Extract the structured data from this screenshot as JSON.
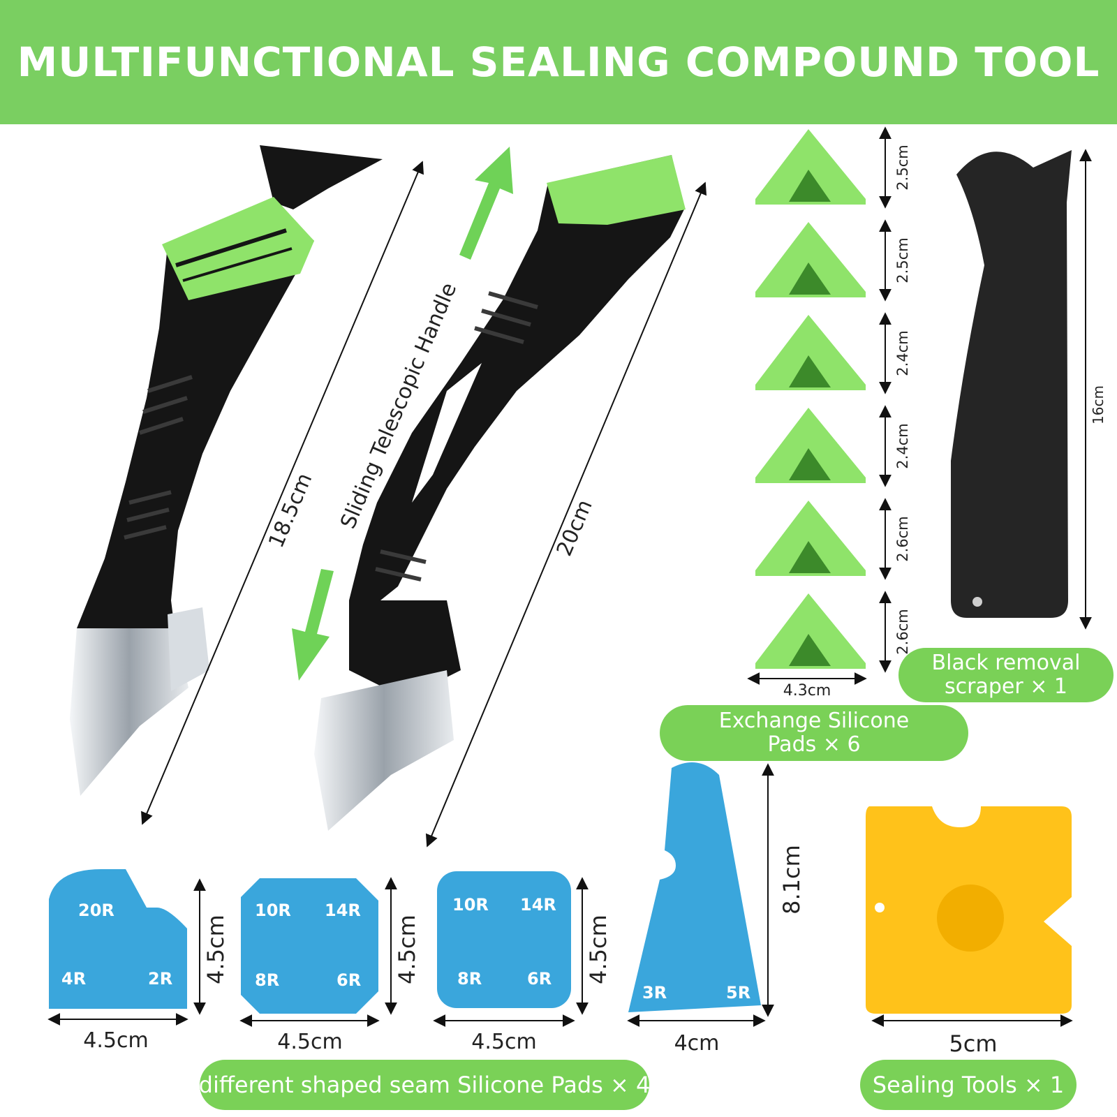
{
  "title": "MULTIFUNCTIONAL SEALING COMPOUND TOOL",
  "colors": {
    "banner_green": "#7acf61",
    "pill_green": "#7ad157",
    "tool_black": "#151515",
    "tool_green": "#8fe36a",
    "pad_blue": "#3aa6dc",
    "pad_yellow": "#ffc21a",
    "steel": "#c9ced3"
  },
  "tools": {
    "left_length": "18.5cm",
    "right_length": "20cm",
    "handle_caption": "Sliding Telescopic Handle"
  },
  "exchange_pads": {
    "heights": [
      "2.5cm",
      "2.5cm",
      "2.4cm",
      "2.4cm",
      "2.6cm",
      "2.6cm"
    ],
    "width": "4.3cm",
    "label": "Exchange Silicone Pads × 6"
  },
  "scraper": {
    "height": "16cm",
    "label": "Black removal scraper × 1"
  },
  "seam_pads": {
    "pad1": {
      "labels": [
        "20R",
        "4R",
        "2R"
      ],
      "width": "4.5cm",
      "height": "4.5cm"
    },
    "pad2": {
      "labels": [
        "10R",
        "14R",
        "8R",
        "6R"
      ],
      "width": "4.5cm",
      "height": "4.5cm"
    },
    "pad3": {
      "labels": [
        "10R",
        "14R",
        "8R",
        "6R"
      ],
      "width": "4.5cm",
      "height": "4.5cm"
    },
    "label": "different shaped seam Silicone Pads × 4"
  },
  "triangle_pad": {
    "labels": [
      "3R",
      "5R"
    ],
    "width": "4cm",
    "height": "8.1cm"
  },
  "sealing_tool": {
    "width": "5cm",
    "label": "Sealing Tools × 1"
  }
}
